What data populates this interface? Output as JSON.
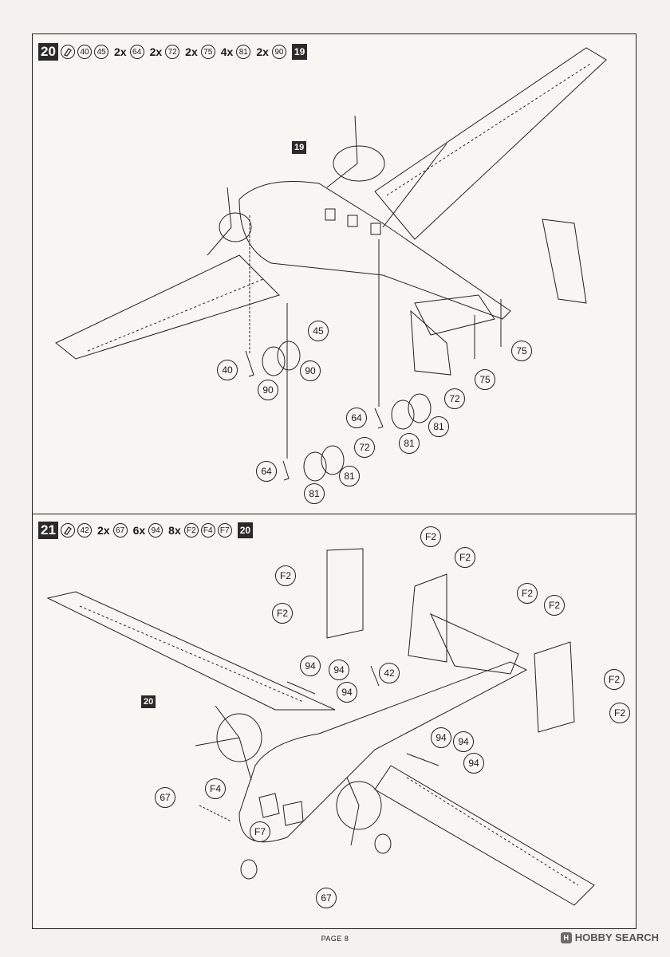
{
  "step20": {
    "number": "20",
    "ref": "19",
    "parts": [
      {
        "mult": "",
        "id": "40"
      },
      {
        "mult": "",
        "id": "45"
      },
      {
        "mult": "2x",
        "id": "64"
      },
      {
        "mult": "2x",
        "id": "72"
      },
      {
        "mult": "2x",
        "id": "75"
      },
      {
        "mult": "4x",
        "id": "81"
      },
      {
        "mult": "2x",
        "id": "90"
      }
    ],
    "model_ref": "19",
    "callouts": {
      "c45": "45",
      "c40": "40",
      "c90a": "90",
      "c90b": "90",
      "c75a": "75",
      "c75b": "75",
      "c64a": "64",
      "c72a": "72",
      "c81a": "81",
      "c81b": "81",
      "c64b": "64",
      "c72b": "72",
      "c81c": "81",
      "c81d": "81"
    }
  },
  "step21": {
    "number": "21",
    "ref": "20",
    "parts": [
      {
        "mult": "",
        "id": "42"
      },
      {
        "mult": "2x",
        "id": "67"
      },
      {
        "mult": "6x",
        "id": "94"
      },
      {
        "mult": "8x",
        "id": "F2"
      },
      {
        "mult": "",
        "id": "F4"
      },
      {
        "mult": "",
        "id": "F7"
      }
    ],
    "model_ref": "20",
    "callouts": {
      "f2a": "F2",
      "f2b": "F2",
      "f2c": "F2",
      "f2d": "F2",
      "f2e": "F2",
      "f2f": "F2",
      "f2g": "F2",
      "f2h": "F2",
      "p94a": "94",
      "p94b": "94",
      "p94c": "94",
      "p94d": "94",
      "p94e": "94",
      "p94f": "94",
      "p42": "42",
      "p67a": "67",
      "p67b": "67",
      "f4": "F4",
      "f7": "F7"
    }
  },
  "footer": {
    "page": "PAGE 8",
    "brand": "HOBBY SEARCH",
    "brand_mark": "H"
  }
}
